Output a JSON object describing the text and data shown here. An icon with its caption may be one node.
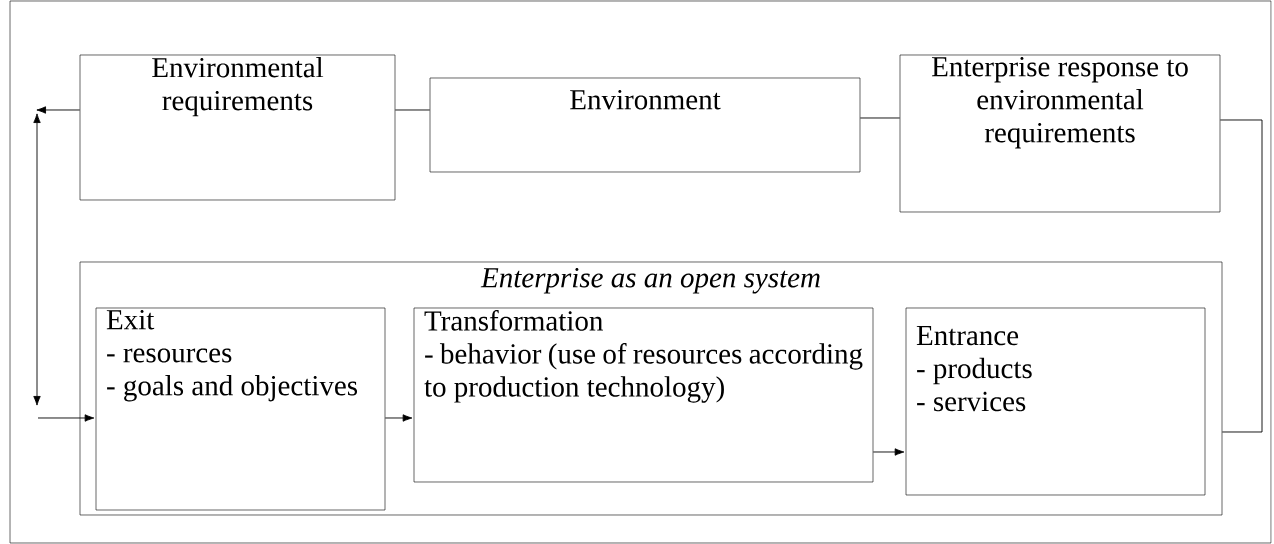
{
  "diagram": {
    "nodes": [
      {
        "text": [
          "Environmental requirements"
        ]
      },
      {
        "text": [
          "Environment"
        ]
      },
      {
        "text": [
          "Enterprise response to environmental requirements"
        ]
      },
      {
        "text": [
          "Enterprise as an open system"
        ]
      },
      {
        "text": [
          "Exit",
          "- resources",
          "- goals and objectives"
        ],
        "in": 3
      },
      {
        "text": [
          "Transformation",
          "- behavior (use of resources according to production technology)"
        ],
        "in": 3
      },
      {
        "text": [
          "Entrance",
          "- products",
          "- services"
        ],
        "in": 3
      }
    ],
    "edges": [
      {
        "from": 0,
        "to": null,
        "arrow": "to"
      },
      {
        "from": 0,
        "to": 1,
        "arrow": "none"
      },
      {
        "from": 1,
        "to": 2,
        "arrow": "none"
      },
      {
        "from": 2,
        "to": 3,
        "arrow": "none"
      },
      {
        "from": null,
        "to": 4,
        "arrow": "to"
      },
      {
        "from": 4,
        "to": 5,
        "arrow": "to"
      },
      {
        "from": 5,
        "to": 6,
        "arrow": "to"
      }
    ]
  }
}
